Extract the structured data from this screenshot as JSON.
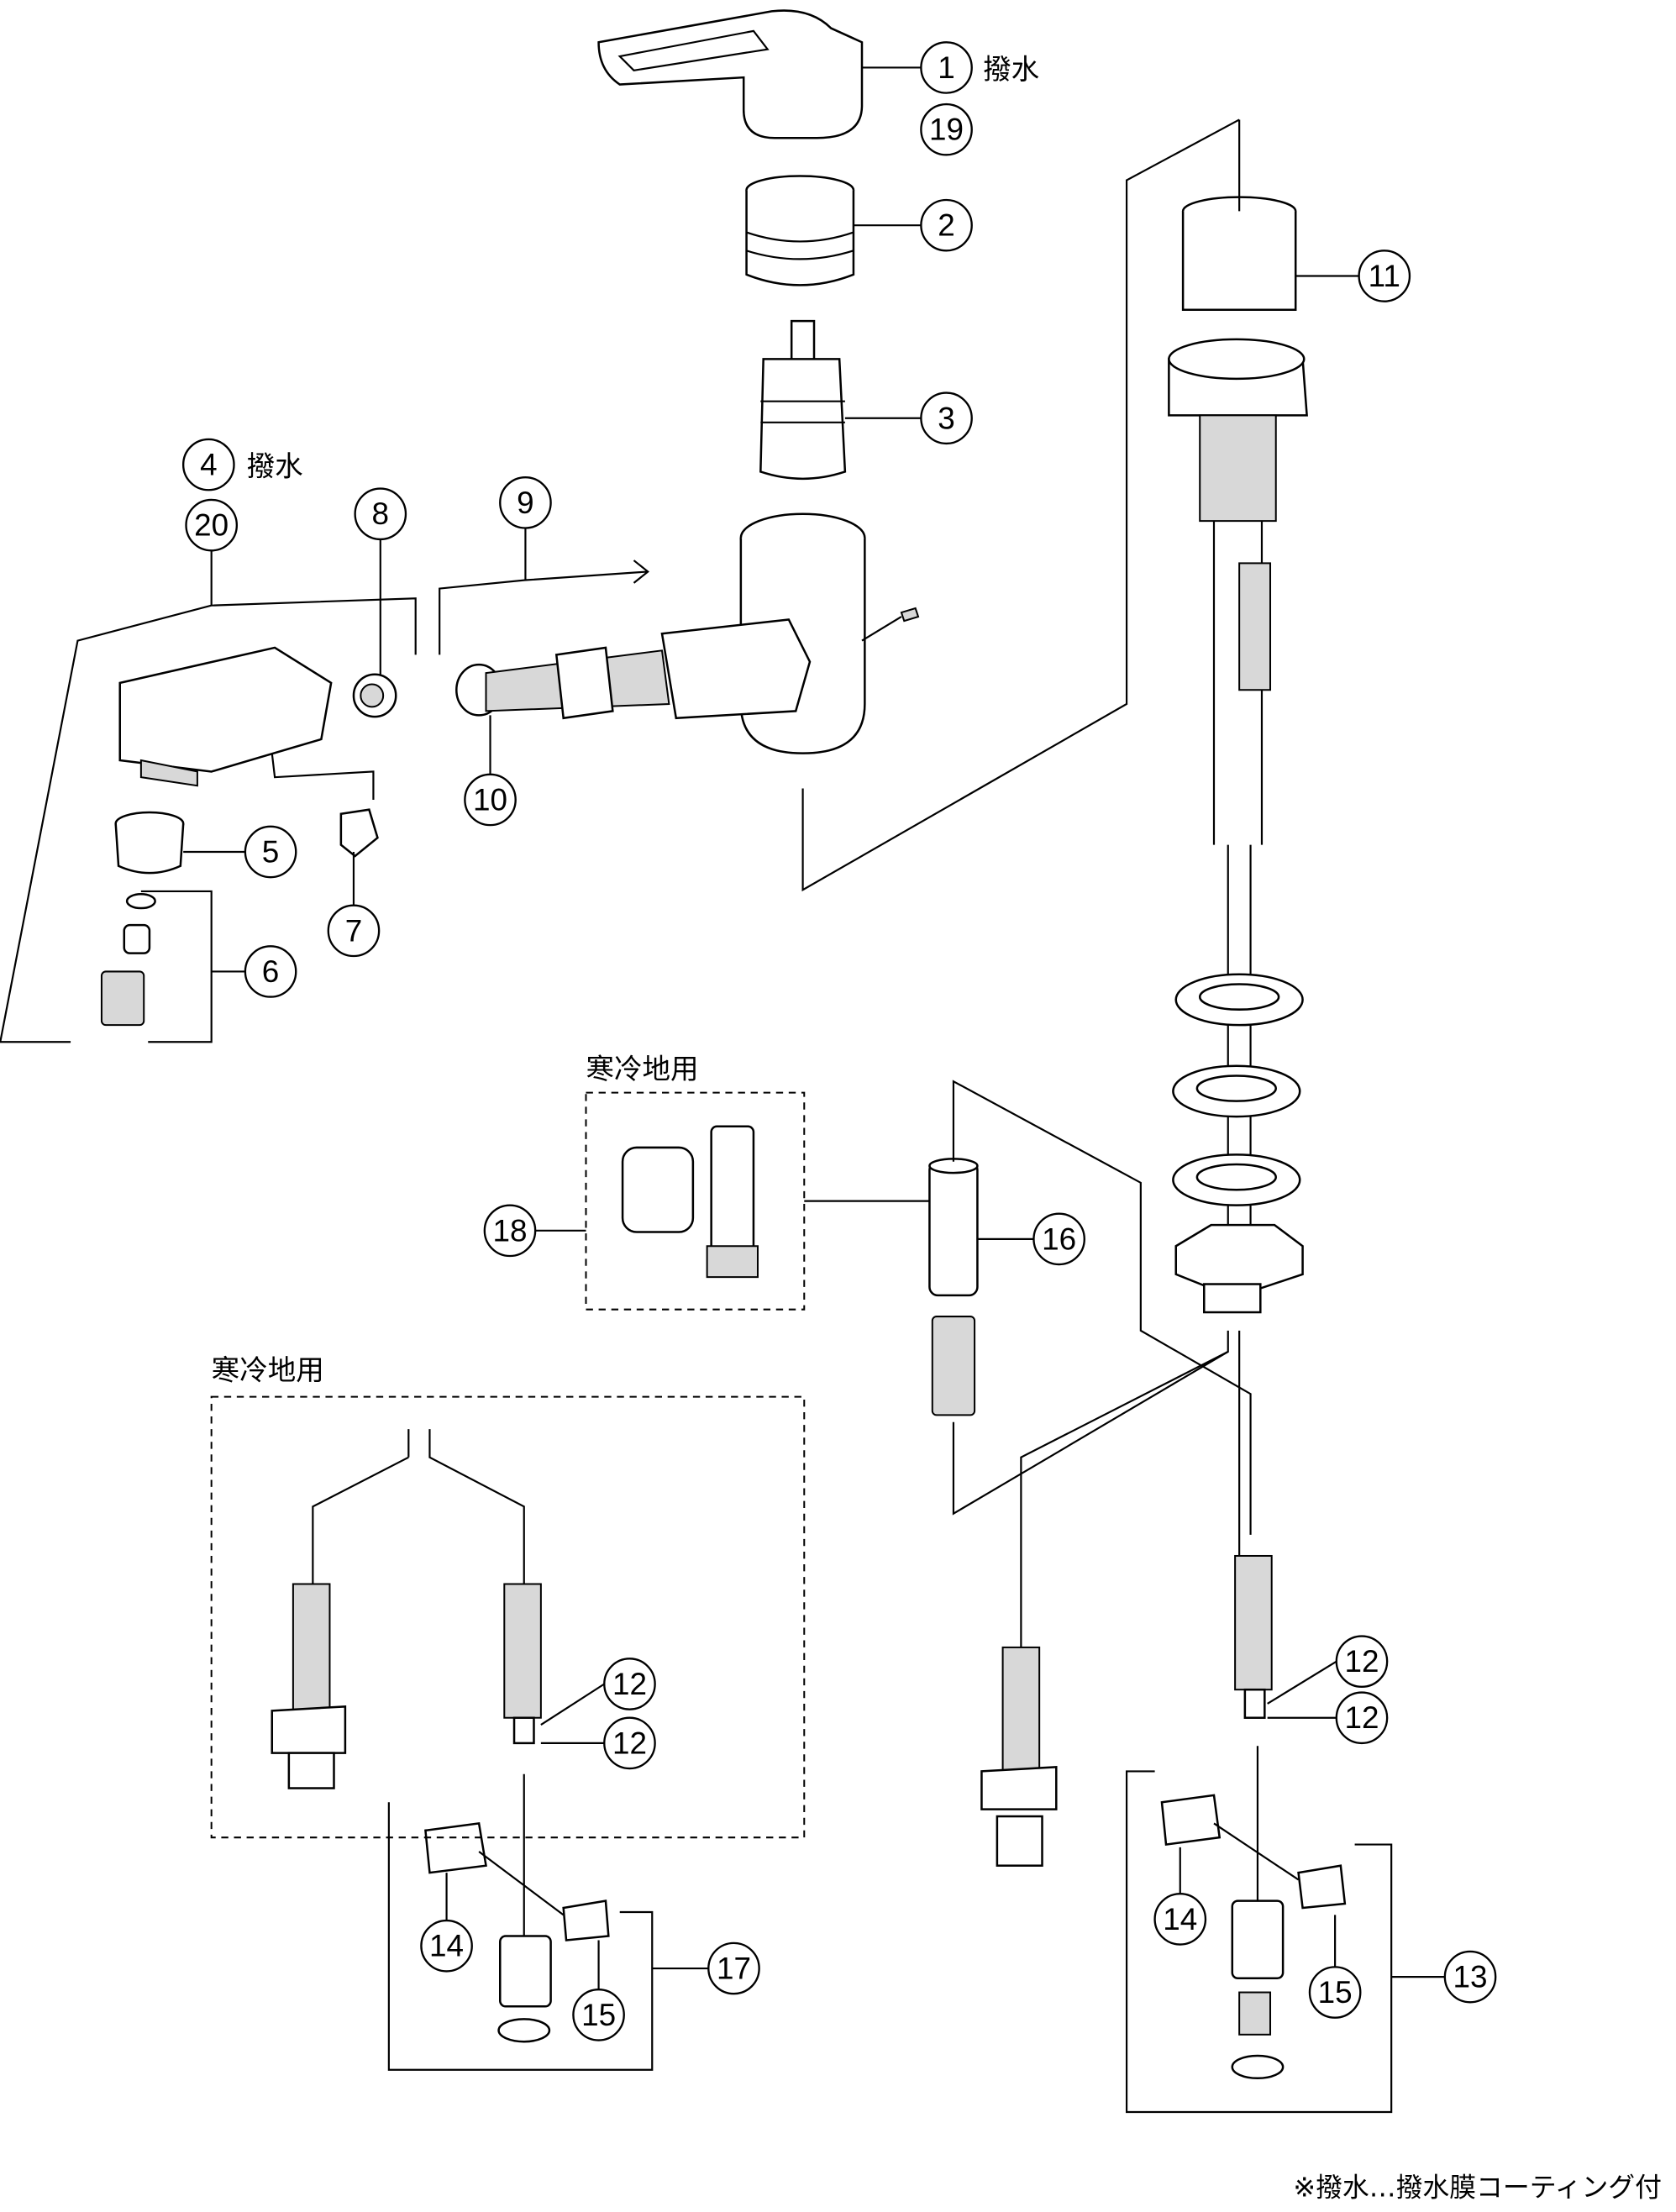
{
  "callouts": {
    "c1": "1",
    "c19": "19",
    "c2": "2",
    "c3": "3",
    "c11": "11",
    "c4": "4",
    "c20": "20",
    "c8": "8",
    "c9": "9",
    "c10": "10",
    "c5": "5",
    "c7": "7",
    "c6": "6",
    "c18": "18",
    "c16": "16",
    "c12a": "12",
    "c12b": "12",
    "c14a": "14",
    "c15a": "15",
    "c17": "17",
    "c12c": "12",
    "c12d": "12",
    "c14b": "14",
    "c15b": "15",
    "c13": "13"
  },
  "annotations": {
    "water_repellent_1": "撥水",
    "water_repellent_4": "撥水",
    "cold_region_1": "寒冷地用",
    "cold_region_2": "寒冷地用"
  },
  "footnote": "※撥水…撥水膜コーティング付"
}
